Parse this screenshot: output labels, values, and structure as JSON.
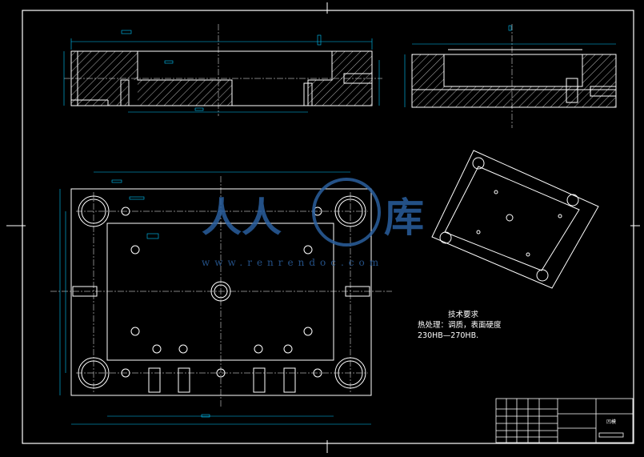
{
  "technical_requirements": {
    "title": "技术要求",
    "line1": "热处理：调质，表面硬度",
    "line2": "230HB—270HB."
  },
  "title_block": {
    "part_name": "凹模"
  },
  "watermark": {
    "logo_chars": "人人",
    "logo_char2": "库",
    "url": "www.renrendoc.com"
  },
  "colors": {
    "background": "#000000",
    "outline": "#ffffff",
    "hatch": "#ffffff",
    "centerline": "#ffffff",
    "dimension": "#00c8ff",
    "watermark": "#2a5f9e"
  }
}
